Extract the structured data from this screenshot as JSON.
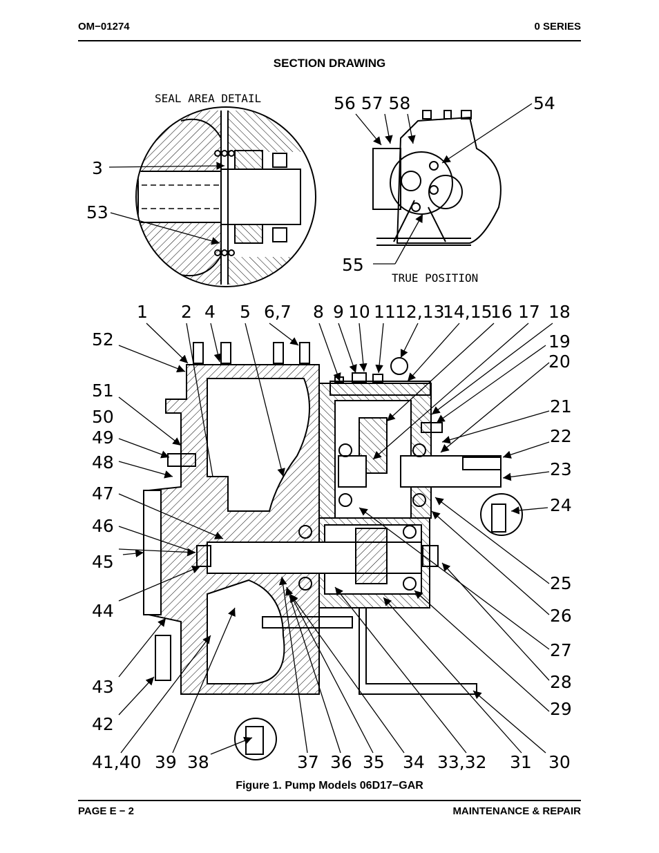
{
  "header": {
    "doc_number": "OM−01274",
    "series": "0 SERIES"
  },
  "section_title": "SECTION DRAWING",
  "seal_detail_label": "SEAL AREA DETAIL",
  "true_position_label": "TRUE POSITION",
  "callouts": {
    "c3": "3",
    "c53": "53",
    "c56_58": "56 57 58",
    "c54": "54",
    "c55": "55",
    "c1": "1",
    "c2": "2",
    "c4": "4",
    "c5": "5",
    "c6_7": "6,7",
    "c8": "8",
    "c9": "9",
    "c10": "10",
    "c11": "11",
    "c12_13": "12,13",
    "c14_15": "14,15",
    "c16": "16",
    "c17": "17",
    "c18": "18",
    "c19": "19",
    "c20": "20",
    "c21": "21",
    "c22": "22",
    "c23": "23",
    "c24": "24",
    "c25": "25",
    "c26": "26",
    "c27": "27",
    "c28": "28",
    "c29": "29",
    "c30": "30",
    "c31": "31",
    "c33_32": "33,32",
    "c34": "34",
    "c35": "35",
    "c36": "36",
    "c37": "37",
    "c38": "38",
    "c39": "39",
    "c41_40": "41,40",
    "c42": "42",
    "c43": "43",
    "c44": "44",
    "c45": "45",
    "c46": "46",
    "c47": "47",
    "c48": "48",
    "c49": "49",
    "c50": "50",
    "c51": "51",
    "c52": "52"
  },
  "figure_caption": "Figure 1.  Pump Models 06D17−GAR",
  "footer": {
    "page": "PAGE E − 2",
    "section": "MAINTENANCE & REPAIR"
  }
}
